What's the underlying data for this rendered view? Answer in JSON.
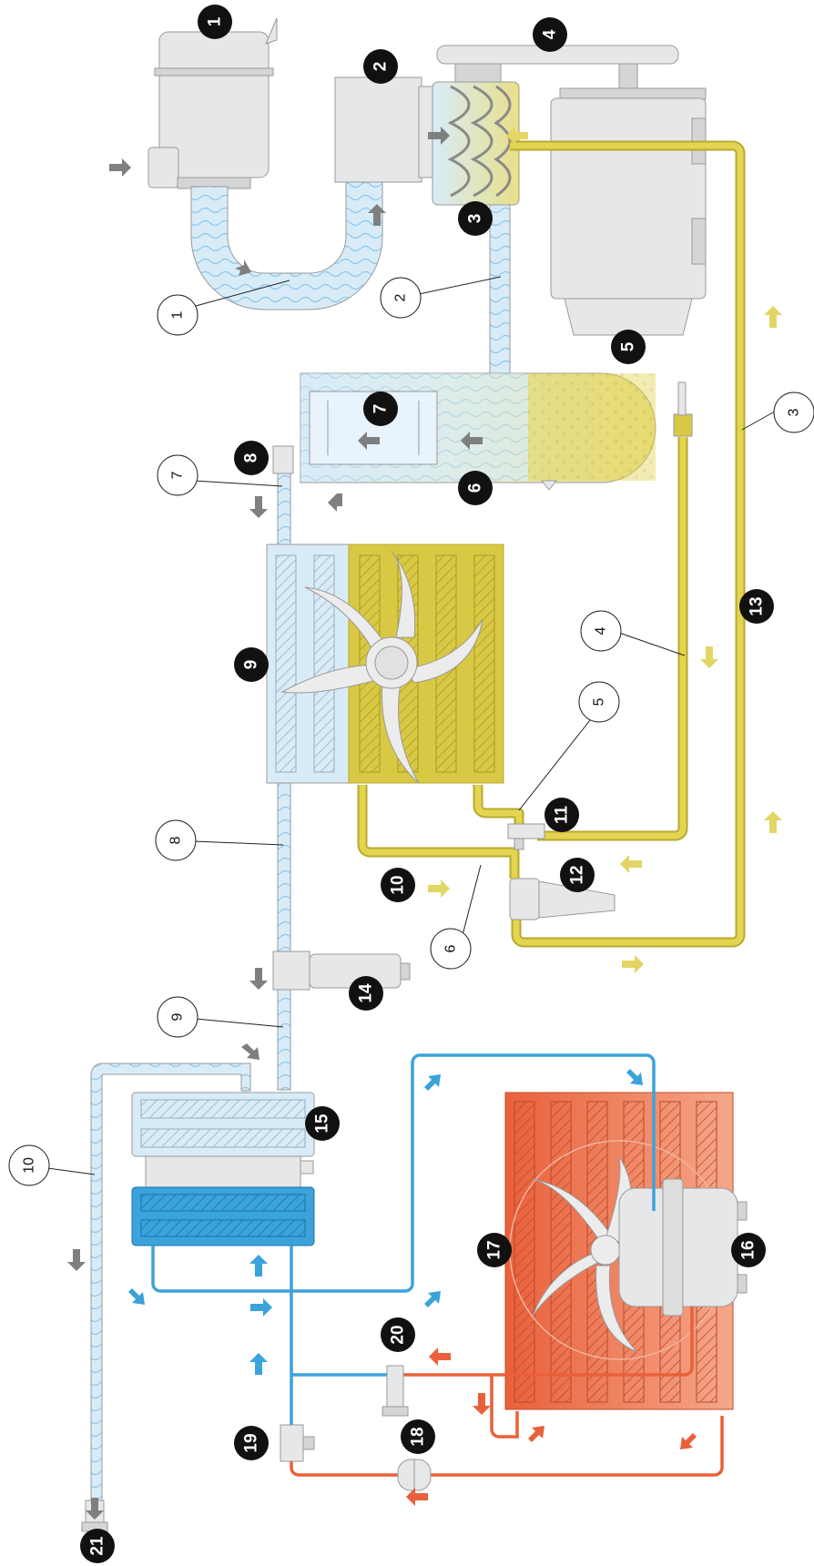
{
  "colors": {
    "air": "#d8ecf8",
    "air_wave": "#8ec8ec",
    "oil": "#d9c843",
    "oil_dark": "#b9a92d",
    "water": "#3aa3dc",
    "hot_water": "#e9603a",
    "component_grey": "#e6e7e8",
    "outline": "#9a9a9a",
    "arrow_grey": "#7f7f7f",
    "arrow_yellow": "#e2d564",
    "arrow_blue": "#3aa3dc",
    "arrow_orange": "#e9603a",
    "label_black": "#111111"
  },
  "component_labels": [
    "1",
    "2",
    "3",
    "4",
    "5",
    "6",
    "7",
    "8",
    "9",
    "10",
    "11",
    "12",
    "13",
    "14",
    "15",
    "16",
    "17",
    "18",
    "19",
    "20",
    "21"
  ],
  "line_labels": [
    "1",
    "2",
    "3",
    "4",
    "5",
    "6",
    "7",
    "8",
    "9",
    "10"
  ]
}
